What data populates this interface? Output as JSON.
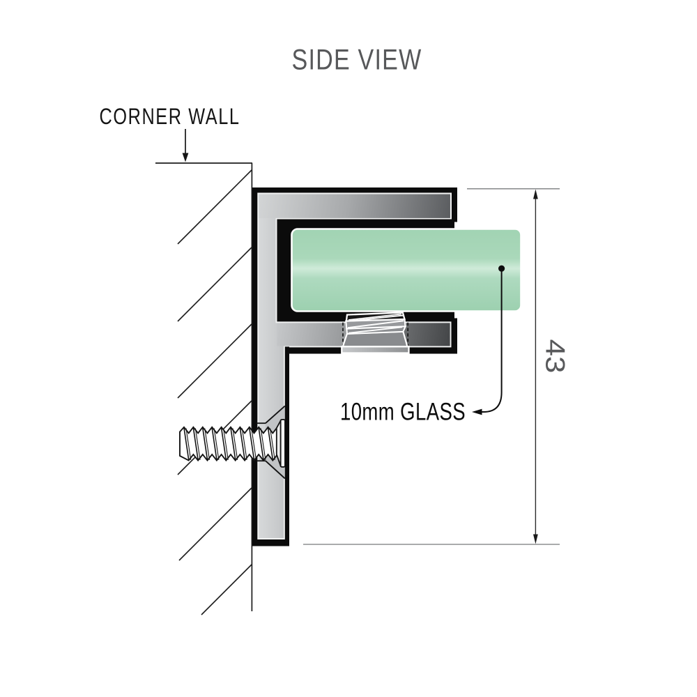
{
  "diagram": {
    "title": "SIDE VIEW",
    "labels": {
      "wall": "CORNER WALL",
      "glass": "10mm GLASS",
      "dimension": "43"
    },
    "colors": {
      "glass_green": "#a9d8ba",
      "glass_highlight": "#cdead7",
      "outline_black": "#0b0b0b",
      "metal_light": "#d8dadb",
      "metal_dark": "#4a4c4e",
      "text_gray": "#58595b",
      "background": "#ffffff"
    }
  }
}
